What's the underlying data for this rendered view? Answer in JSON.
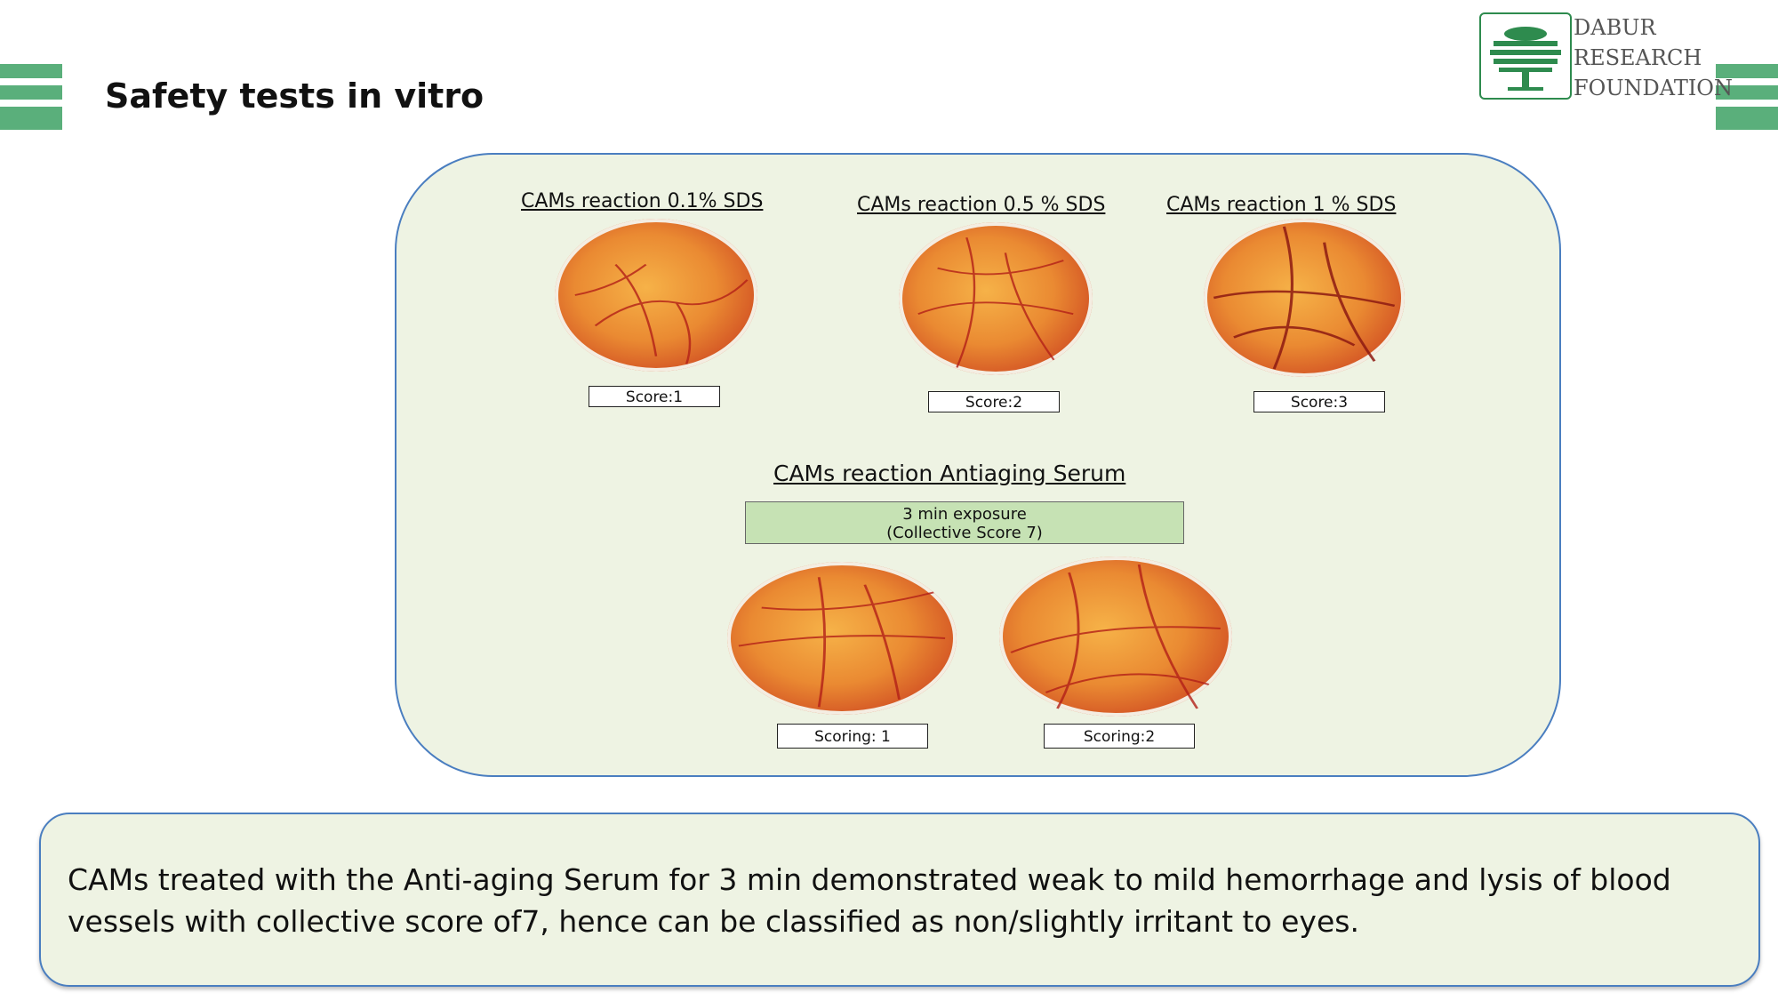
{
  "slide": {
    "title": "Safety tests in vitro"
  },
  "logo": {
    "line1": "DABUR",
    "line2": "RESEARCH",
    "line3": "FOUNDATION"
  },
  "sds_tests": [
    {
      "caption": "CAMs reaction 0.1% SDS",
      "score": "Score:1"
    },
    {
      "caption": "CAMs reaction 0.5 % SDS",
      "score": "Score:2"
    },
    {
      "caption": "CAMs reaction 1 % SDS",
      "score": "Score:3"
    }
  ],
  "serum_test": {
    "title": "CAMs reaction Antiaging Serum",
    "exposure_line1": "3 min exposure",
    "exposure_line2": "(Collective Score 7)",
    "scores": [
      "Scoring: 1",
      "Scoring:2"
    ]
  },
  "conclusion": {
    "text": "CAMs treated with the Anti-aging Serum for 3 min demonstrated weak to mild hemorrhage and lysis of blood vessels with collective score of7, hence can be classified as non/slightly irritant to eyes."
  },
  "colors": {
    "accent_green": "#5aaf7b",
    "panel_bg": "#eef3e3",
    "panel_border": "#4a7ec0",
    "exposure_bg": "#c6e2b4"
  }
}
